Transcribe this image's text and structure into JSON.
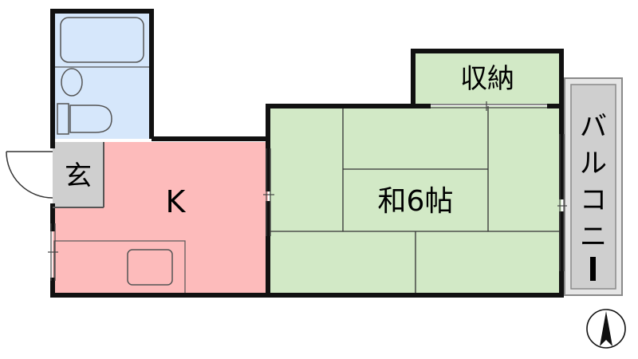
{
  "rooms": {
    "entrance": "玄",
    "kitchen": "K",
    "washitsu": "和6帖",
    "storage": "収納",
    "balcony": [
      "バ",
      "ル",
      "コ",
      "ニ",
      "ー"
    ]
  },
  "colors": {
    "wall": "#111111",
    "kitchen_fill": "#fdbbbb",
    "tatami_fill": "#d2e9c6",
    "bath_fill": "#d6e7fb",
    "entrance_fill": "#cfcfcf",
    "balcony_fill": "#e6e6e6"
  },
  "icons": {
    "compass": "north-arrow-icon"
  }
}
